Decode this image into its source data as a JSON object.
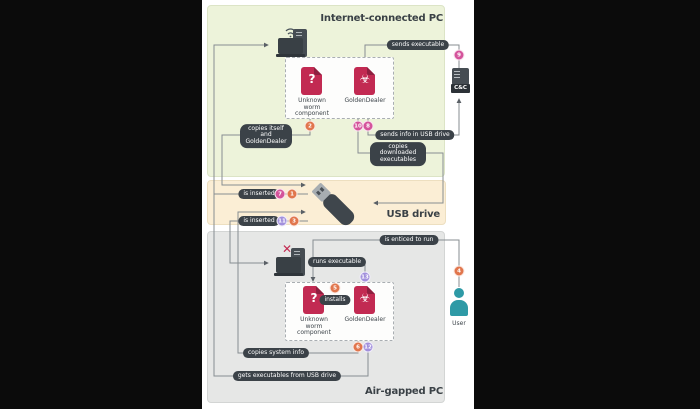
{
  "sections": {
    "internet_pc": {
      "title": "Internet-connected PC"
    },
    "usb": {
      "title": "USB drive"
    },
    "airgap": {
      "title": "Air-gapped PC"
    }
  },
  "nodes": {
    "worm_top": {
      "label": "Unknown worm component",
      "glyph": "?"
    },
    "goldendealer_top": {
      "label": "GoldenDealer",
      "glyph": "☣"
    },
    "worm_bottom": {
      "label": "Unknown worm component",
      "glyph": "?"
    },
    "goldendealer_bottom": {
      "label": "GoldenDealer",
      "glyph": "☣"
    },
    "cnc": {
      "label": "C&C"
    },
    "user": {
      "label": "User"
    }
  },
  "pills": {
    "sends_executable": "sends executable",
    "copies_itself": "copies itself and GoldenDealer",
    "sends_info": "sends info in USB drive",
    "copies_downloaded": "copies downloaded executables",
    "is_inserted_1": "is inserted",
    "is_inserted_2": "is inserted",
    "is_enticed": "is enticed to run",
    "runs_executable": "runs executable",
    "installs": "installs",
    "copies_system_info": "copies system info",
    "gets_executables": "gets executables from USB drive"
  },
  "steps": {
    "s1": "1",
    "s2": "2",
    "s3": "3",
    "s4": "4",
    "s5": "5",
    "s6": "6",
    "s7": "7",
    "s8": "8",
    "s9": "9",
    "s10": "10",
    "s11": "11",
    "s12": "12",
    "s13": "13"
  },
  "colors": {
    "phase1_orange": "#e1764d",
    "phase2_pink": "#d4539b",
    "phase3_purple": "#a290dc",
    "malware_red": "#c22a52",
    "user_teal": "#2e9aa6",
    "pill_dark": "#3b4248",
    "panel_green": "#edf3da",
    "panel_orange": "#fbeed5",
    "panel_gray": "#e6e7e6"
  }
}
